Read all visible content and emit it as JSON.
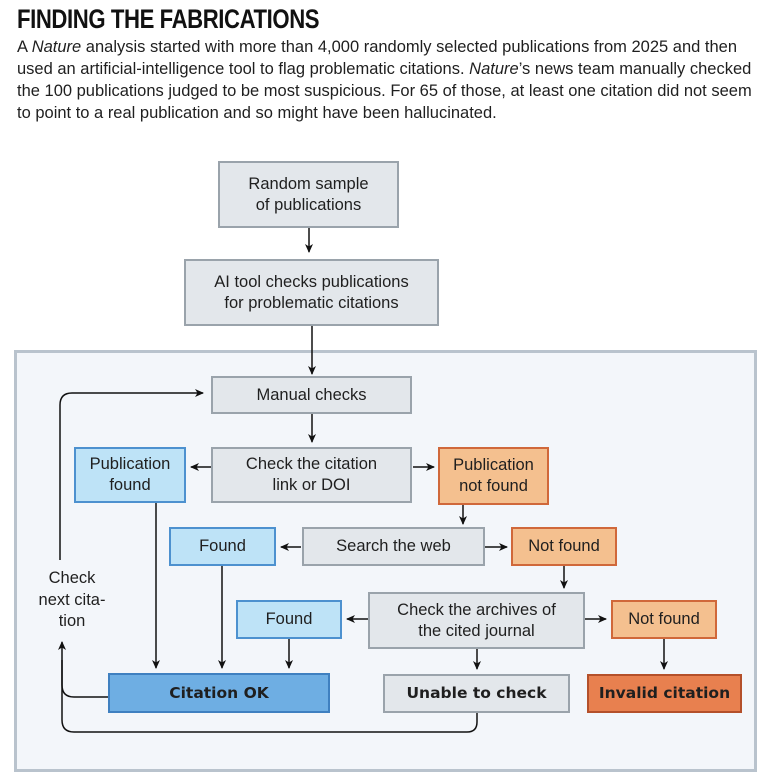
{
  "header": {
    "title": "FINDING THE FABRICATIONS",
    "intro_parts": [
      {
        "text": "A ",
        "italic": false
      },
      {
        "text": "Nature",
        "italic": true
      },
      {
        "text": " analysis started with more than 4,000 randomly selected publications from 2025 and then used an artificial-intelligence tool to flag problematic citations. ",
        "italic": false
      },
      {
        "text": "Nature",
        "italic": true
      },
      {
        "text": "’s news team manually checked the 100 publications judged to be most suspicious. For 65 of those, at least one citation did not seem to point to a real publication and so might have been hallucinated.",
        "italic": false
      }
    ]
  },
  "stats": {
    "publications_sampled": "more than 4,000",
    "year": "2025",
    "manually_checked": 100,
    "with_suspect_citation": 65
  },
  "colors": {
    "neutral_box": "#e3e7eb",
    "found_box": "#bee3f7",
    "ok_box": "#6eaee3",
    "not_found_box": "#f4c08f",
    "invalid_box": "#e8804f",
    "panel_bg": "#f3f6fa"
  },
  "flow": {
    "random_sample": "Random sample\nof publications",
    "ai_tool": "AI tool checks publications\nfor problematic citations",
    "manual_checks": "Manual checks",
    "check_link": "Check the citation\nlink or DOI",
    "publication_found": "Publication\nfound",
    "publication_not_found": "Publication\nnot found",
    "search_web": "Search the web",
    "web_found": "Found",
    "web_not_found": "Not found",
    "check_archives": "Check the archives of\nthe cited journal",
    "archive_found": "Found",
    "archive_not_found": "Not found",
    "citation_ok": "Citation OK",
    "unable_to_check": "Unable to check",
    "invalid_citation": "Invalid citation",
    "check_next": "Check\nnext cita-\ntion"
  }
}
